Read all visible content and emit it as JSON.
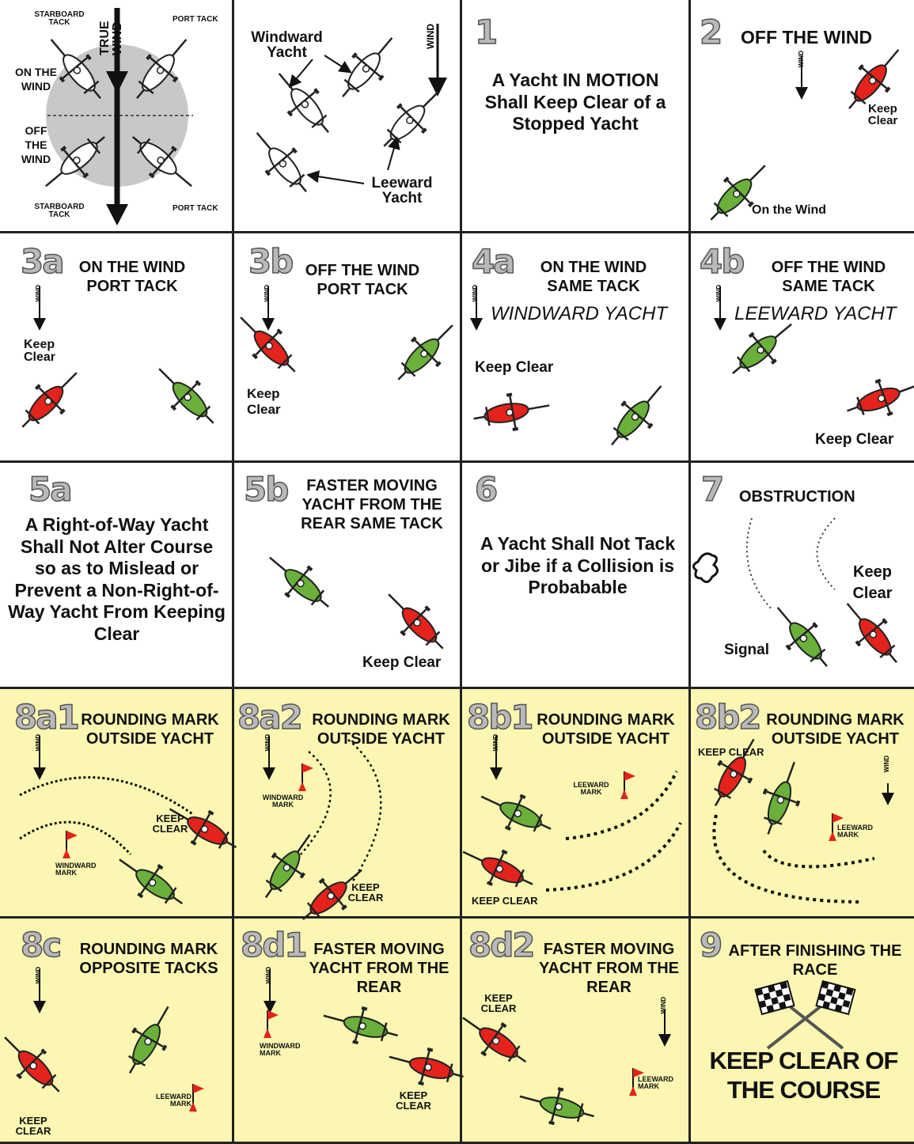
{
  "colors": {
    "yellow": "#fbf7b2",
    "red": "#e3231c",
    "green": "#6ab03a",
    "grid": "#222222",
    "number_fill": "#b9b9b9"
  },
  "cell_intro": {
    "starboard_tack": "STARBOARD TACK",
    "port_tack": "PORT TACK",
    "true_wind": "TRUE WIND",
    "on_the_wind": "ON THE WIND",
    "off_the_wind": "OFF THE WIND"
  },
  "cell_windward": {
    "windward": "Windward Yacht",
    "leeward": "Leeward Yacht",
    "wind": "WIND"
  },
  "rules": {
    "r1": {
      "number": "1",
      "text": "A Yacht IN MOTION Shall Keep Clear of a Stopped Yacht"
    },
    "r2": {
      "number": "2",
      "heading": "OFF THE WIND",
      "wind": "WIND",
      "keep_clear": "Keep Clear",
      "on_the_wind": "On the Wind"
    },
    "r3a": {
      "number": "3a",
      "heading": "ON THE WIND PORT TACK",
      "wind": "WIND",
      "keep_clear": "Keep Clear"
    },
    "r3b": {
      "number": "3b",
      "heading": "OFF THE WIND PORT TACK",
      "wind": "WIND",
      "keep_clear": "Keep Clear"
    },
    "r4a": {
      "number": "4a",
      "heading": "ON THE WIND SAME TACK",
      "wind": "WIND",
      "sub": "WINDWARD YACHT",
      "keep_clear": "Keep Clear"
    },
    "r4b": {
      "number": "4b",
      "heading": "OFF THE WIND SAME TACK",
      "wind": "WIND",
      "sub": "LEEWARD YACHT",
      "keep_clear": "Keep Clear"
    },
    "r5a": {
      "number": "5a",
      "text": "A Right-of-Way Yacht Shall Not Alter Course so as to Mislead or Prevent a Non-Right-of-Way Yacht From Keeping Clear"
    },
    "r5b": {
      "number": "5b",
      "heading": "FASTER MOVING YACHT FROM THE REAR SAME TACK",
      "keep_clear": "Keep Clear"
    },
    "r6": {
      "number": "6",
      "text": "A Yacht Shall Not Tack or Jibe if a Collision is Probabable"
    },
    "r7": {
      "number": "7",
      "heading": "OBSTRUCTION",
      "keep_clear": "Keep Clear",
      "signal": "Signal"
    },
    "r8a1": {
      "number": "8a1",
      "heading": "ROUNDING MARK OUTSIDE YACHT",
      "wind": "WIND",
      "keep_clear": "KEEP CLEAR",
      "mark": "WINDWARD MARK"
    },
    "r8a2": {
      "number": "8a2",
      "heading": "ROUNDING MARK OUTSIDE YACHT",
      "wind": "WIND",
      "keep_clear": "KEEP CLEAR",
      "mark": "WINDWARD MARK"
    },
    "r8b1": {
      "number": "8b1",
      "heading": "ROUNDING MARK OUTSIDE YACHT",
      "wind": "WIND",
      "keep_clear": "KEEP CLEAR",
      "mark": "LEEWARD MARK"
    },
    "r8b2": {
      "number": "8b2",
      "heading": "ROUNDING MARK OUTSIDE YACHT",
      "wind": "WIND",
      "keep_clear": "KEEP CLEAR",
      "mark": "LEEWARD MARK"
    },
    "r8c": {
      "number": "8c",
      "heading": "ROUNDING MARK OPPOSITE TACKS",
      "wind": "WIND",
      "keep_clear": "KEEP CLEAR",
      "mark": "LEEWARD MARK"
    },
    "r8d1": {
      "number": "8d1",
      "heading": "FASTER MOVING YACHT FROM THE REAR",
      "wind": "WIND",
      "keep_clear": "KEEP CLEAR",
      "mark": "WINDWARD MARK"
    },
    "r8d2": {
      "number": "8d2",
      "heading": "FASTER MOVING YACHT FROM THE REAR",
      "wind": "WIND",
      "keep_clear": "KEEP CLEAR",
      "mark": "LEEWARD MARK"
    },
    "r9": {
      "number": "9",
      "heading": "AFTER FINISHING THE RACE",
      "text": "KEEP CLEAR OF THE COURSE"
    }
  }
}
